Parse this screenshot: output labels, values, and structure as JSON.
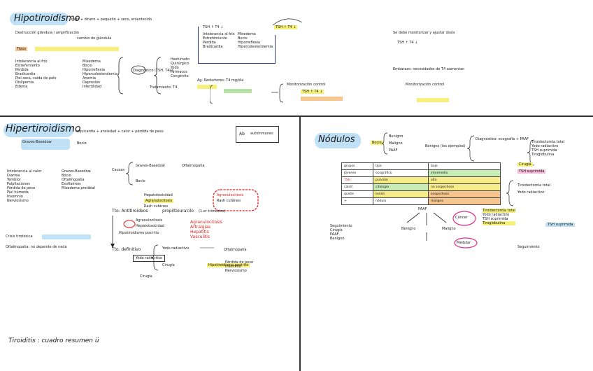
{
  "hipo": {
    "title": "Hipotiroidismo",
    "subtitle": "todo + dinero + pequeño + seco, enlentecido",
    "line1": "Destrucción glándula / amplificación",
    "line1b": "cambio de glándula",
    "tipos": "Tipos",
    "col_a": [
      "Intolerancia al frío",
      "Estreñimiento",
      "Pérdida",
      "Bradicardia",
      "Piel seca, caída de pelo",
      "Dislipemia",
      "Edema"
    ],
    "col_b": [
      "Mixedema",
      "Bocio",
      "Hiporreflexia",
      "Hipercolesterolemia",
      "Anemia",
      "Depresión",
      "Infertilidad"
    ],
    "tratamiento": "Tratamiento: T4",
    "diag_box": "Diagnóstico (TSH, T4L)",
    "box_items": [
      "Hashimoto",
      "Quirúrgico",
      "Yodo",
      "Fármacos",
      "Congénito"
    ],
    "right1": "TSH ↑ T4 ↓",
    "right2": "Se debe monitorizar y ajustar dosis",
    "right3": "Embarazo: necesidades de T4 aumentan",
    "right4": "Monitorización control",
    "note1": "Ag. Reductores: T4 mg/día"
  },
  "hiper": {
    "title": "Hipertiroidismo",
    "subtitle": "taquicardia + ansiedad + calor + pérdida de peso",
    "ab_box": "Ab",
    "ab_box2": "autoinmunes",
    "col_a": [
      "Intolerancia al calor",
      "Diarrea",
      "Temblor",
      "Palpitaciones",
      "Pérdida de peso",
      "Piel húmeda",
      "Insomnio",
      "Nerviosismo"
    ],
    "col_b": [
      "Graves-Basedow",
      "Bocio",
      "Oftalmopatía",
      "Exoftalmos",
      "Mixedema pretibial"
    ],
    "causas": "Causas",
    "tto_title": "Tto: Antitiroideos",
    "tto_drug": "propiltiouracilo",
    "tto_note": "(1.er trimestre)",
    "effects": [
      "Hepatotoxicidad",
      "Agranulocitosis",
      "Rash cutáneo"
    ],
    "red_list": [
      "Agranulocitosis",
      "Artralgias",
      "Hepatitis",
      "Vasculitis"
    ],
    "radio": "Tto. definitivo",
    "radio2": "Yodo radiactivo",
    "surgery": "Cirugía",
    "postop": "Hipotiroidismo post-tto",
    "bottom_left": "Crisis tirotóxica",
    "bottom_left2": "Oftalmopatía: no depende de nada"
  },
  "tiroiditis": {
    "text": "Tiroiditis : cuadro resumen ü"
  },
  "nodulos": {
    "title": "Nódulos",
    "intro": "Bocio",
    "intro2": "Benigno (los ejemplos)",
    "table_rows": [
      [
        "grupos",
        "tipo",
        "bajo"
      ],
      [
        "jóvenes",
        "ecográfico",
        "intermedio"
      ],
      [
        "TSH",
        "punción",
        "alto"
      ],
      [
        "calcif.",
        "citología",
        "no sospechoso"
      ],
      [
        "quiste",
        "lesión",
        "sospechoso"
      ],
      [
        "+",
        "nódulo",
        "maligno"
      ]
    ],
    "right_note": "Diagnóstico: ecografía + PAAF",
    "labels": [
      "Benigno",
      "Maligno",
      "PAAF",
      "Seguimiento",
      "Cirugía"
    ],
    "right_list": [
      "Tiroidectomía total",
      "Yodo radiactivo",
      "TSH suprimida",
      "Tiroglobulina"
    ],
    "circled": "Cáncer",
    "circled2": "Medular"
  },
  "colors": {
    "blue_hl": "#bfe0f5",
    "yellow_hl": "#f6ef7a",
    "green_hl": "#b6e3a5",
    "pink_hl": "#f5b8d6",
    "red": "#e11d1d"
  }
}
